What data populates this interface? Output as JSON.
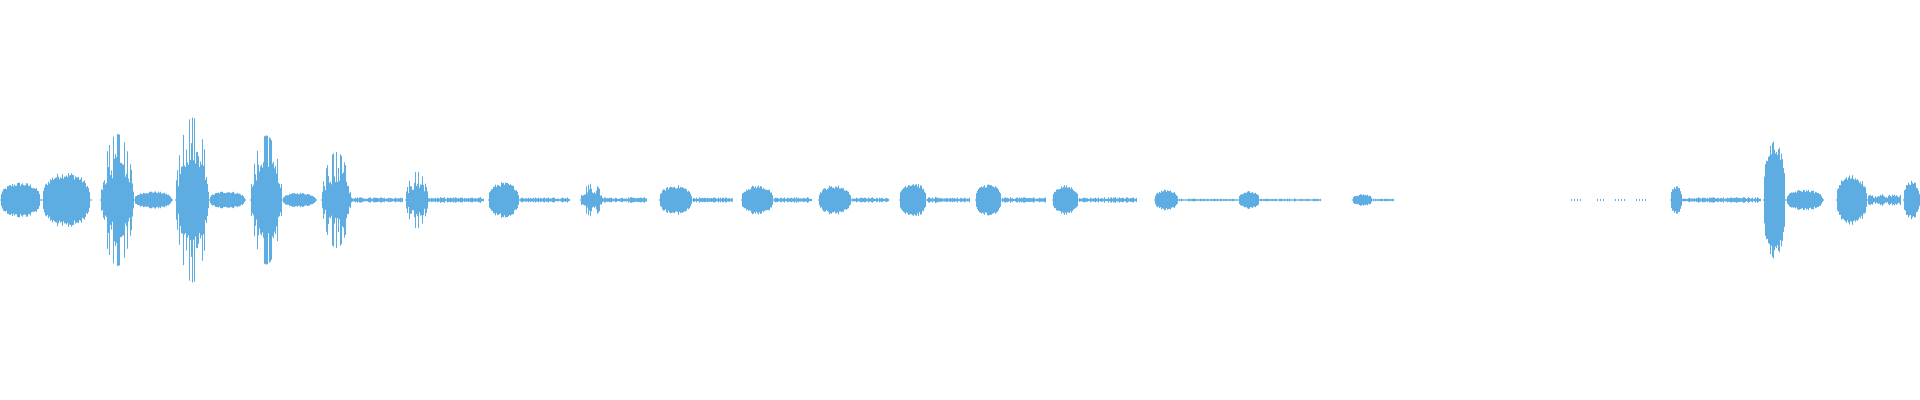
{
  "waveform": {
    "color": "#5dade2",
    "background": "#ffffff",
    "segments": [
      {
        "start": 0.0,
        "end": 0.022,
        "amp": 0.12,
        "kind": "dense"
      },
      {
        "start": 0.022,
        "end": 0.048,
        "amp": 0.19,
        "kind": "dense"
      },
      {
        "start": 0.052,
        "end": 0.07,
        "amp": 0.44,
        "kind": "spiky"
      },
      {
        "start": 0.07,
        "end": 0.09,
        "amp": 0.06,
        "kind": "dense"
      },
      {
        "start": 0.091,
        "end": 0.109,
        "amp": 0.55,
        "kind": "spiky"
      },
      {
        "start": 0.109,
        "end": 0.128,
        "amp": 0.06,
        "kind": "dense"
      },
      {
        "start": 0.13,
        "end": 0.147,
        "amp": 0.43,
        "kind": "spiky"
      },
      {
        "start": 0.147,
        "end": 0.165,
        "amp": 0.05,
        "kind": "dense"
      },
      {
        "start": 0.167,
        "end": 0.183,
        "amp": 0.32,
        "kind": "spiky"
      },
      {
        "start": 0.183,
        "end": 0.21,
        "amp": 0.02,
        "kind": "tail"
      },
      {
        "start": 0.211,
        "end": 0.223,
        "amp": 0.19,
        "kind": "spiky"
      },
      {
        "start": 0.223,
        "end": 0.252,
        "amp": 0.02,
        "kind": "tail"
      },
      {
        "start": 0.254,
        "end": 0.271,
        "amp": 0.12,
        "kind": "dense"
      },
      {
        "start": 0.271,
        "end": 0.297,
        "amp": 0.02,
        "kind": "tail"
      },
      {
        "start": 0.302,
        "end": 0.314,
        "amp": 0.11,
        "kind": "spiky"
      },
      {
        "start": 0.314,
        "end": 0.337,
        "amp": 0.02,
        "kind": "tail"
      },
      {
        "start": 0.343,
        "end": 0.361,
        "amp": 0.1,
        "kind": "dense"
      },
      {
        "start": 0.361,
        "end": 0.382,
        "amp": 0.02,
        "kind": "tail"
      },
      {
        "start": 0.386,
        "end": 0.403,
        "amp": 0.1,
        "kind": "dense"
      },
      {
        "start": 0.403,
        "end": 0.423,
        "amp": 0.02,
        "kind": "tail"
      },
      {
        "start": 0.426,
        "end": 0.444,
        "amp": 0.1,
        "kind": "dense"
      },
      {
        "start": 0.444,
        "end": 0.463,
        "amp": 0.02,
        "kind": "tail"
      },
      {
        "start": 0.468,
        "end": 0.483,
        "amp": 0.12,
        "kind": "dense"
      },
      {
        "start": 0.483,
        "end": 0.505,
        "amp": 0.02,
        "kind": "tail"
      },
      {
        "start": 0.508,
        "end": 0.522,
        "amp": 0.11,
        "kind": "dense"
      },
      {
        "start": 0.522,
        "end": 0.545,
        "amp": 0.02,
        "kind": "tail"
      },
      {
        "start": 0.548,
        "end": 0.562,
        "amp": 0.1,
        "kind": "dense"
      },
      {
        "start": 0.562,
        "end": 0.592,
        "amp": 0.02,
        "kind": "tail"
      },
      {
        "start": 0.601,
        "end": 0.614,
        "amp": 0.07,
        "kind": "dense"
      },
      {
        "start": 0.614,
        "end": 0.645,
        "amp": 0.01,
        "kind": "tail"
      },
      {
        "start": 0.645,
        "end": 0.656,
        "amp": 0.06,
        "kind": "dense"
      },
      {
        "start": 0.656,
        "end": 0.688,
        "amp": 0.01,
        "kind": "tail"
      },
      {
        "start": 0.704,
        "end": 0.715,
        "amp": 0.04,
        "kind": "dense"
      },
      {
        "start": 0.715,
        "end": 0.726,
        "amp": 0.01,
        "kind": "tail"
      },
      {
        "start": 0.818,
        "end": 0.823,
        "amp": 0.005,
        "kind": "dots"
      },
      {
        "start": 0.832,
        "end": 0.836,
        "amp": 0.005,
        "kind": "dots"
      },
      {
        "start": 0.841,
        "end": 0.846,
        "amp": 0.005,
        "kind": "dots"
      },
      {
        "start": 0.852,
        "end": 0.857,
        "amp": 0.005,
        "kind": "dots"
      },
      {
        "start": 0.87,
        "end": 0.876,
        "amp": 0.1,
        "kind": "dense"
      },
      {
        "start": 0.876,
        "end": 0.917,
        "amp": 0.02,
        "kind": "tail"
      },
      {
        "start": 0.918,
        "end": 0.93,
        "amp": 0.4,
        "kind": "dense"
      },
      {
        "start": 0.93,
        "end": 0.95,
        "amp": 0.07,
        "kind": "dense"
      },
      {
        "start": 0.956,
        "end": 0.973,
        "amp": 0.17,
        "kind": "dense"
      },
      {
        "start": 0.973,
        "end": 0.99,
        "amp": 0.04,
        "kind": "tail"
      },
      {
        "start": 0.991,
        "end": 1.0,
        "amp": 0.13,
        "kind": "dense"
      }
    ]
  }
}
